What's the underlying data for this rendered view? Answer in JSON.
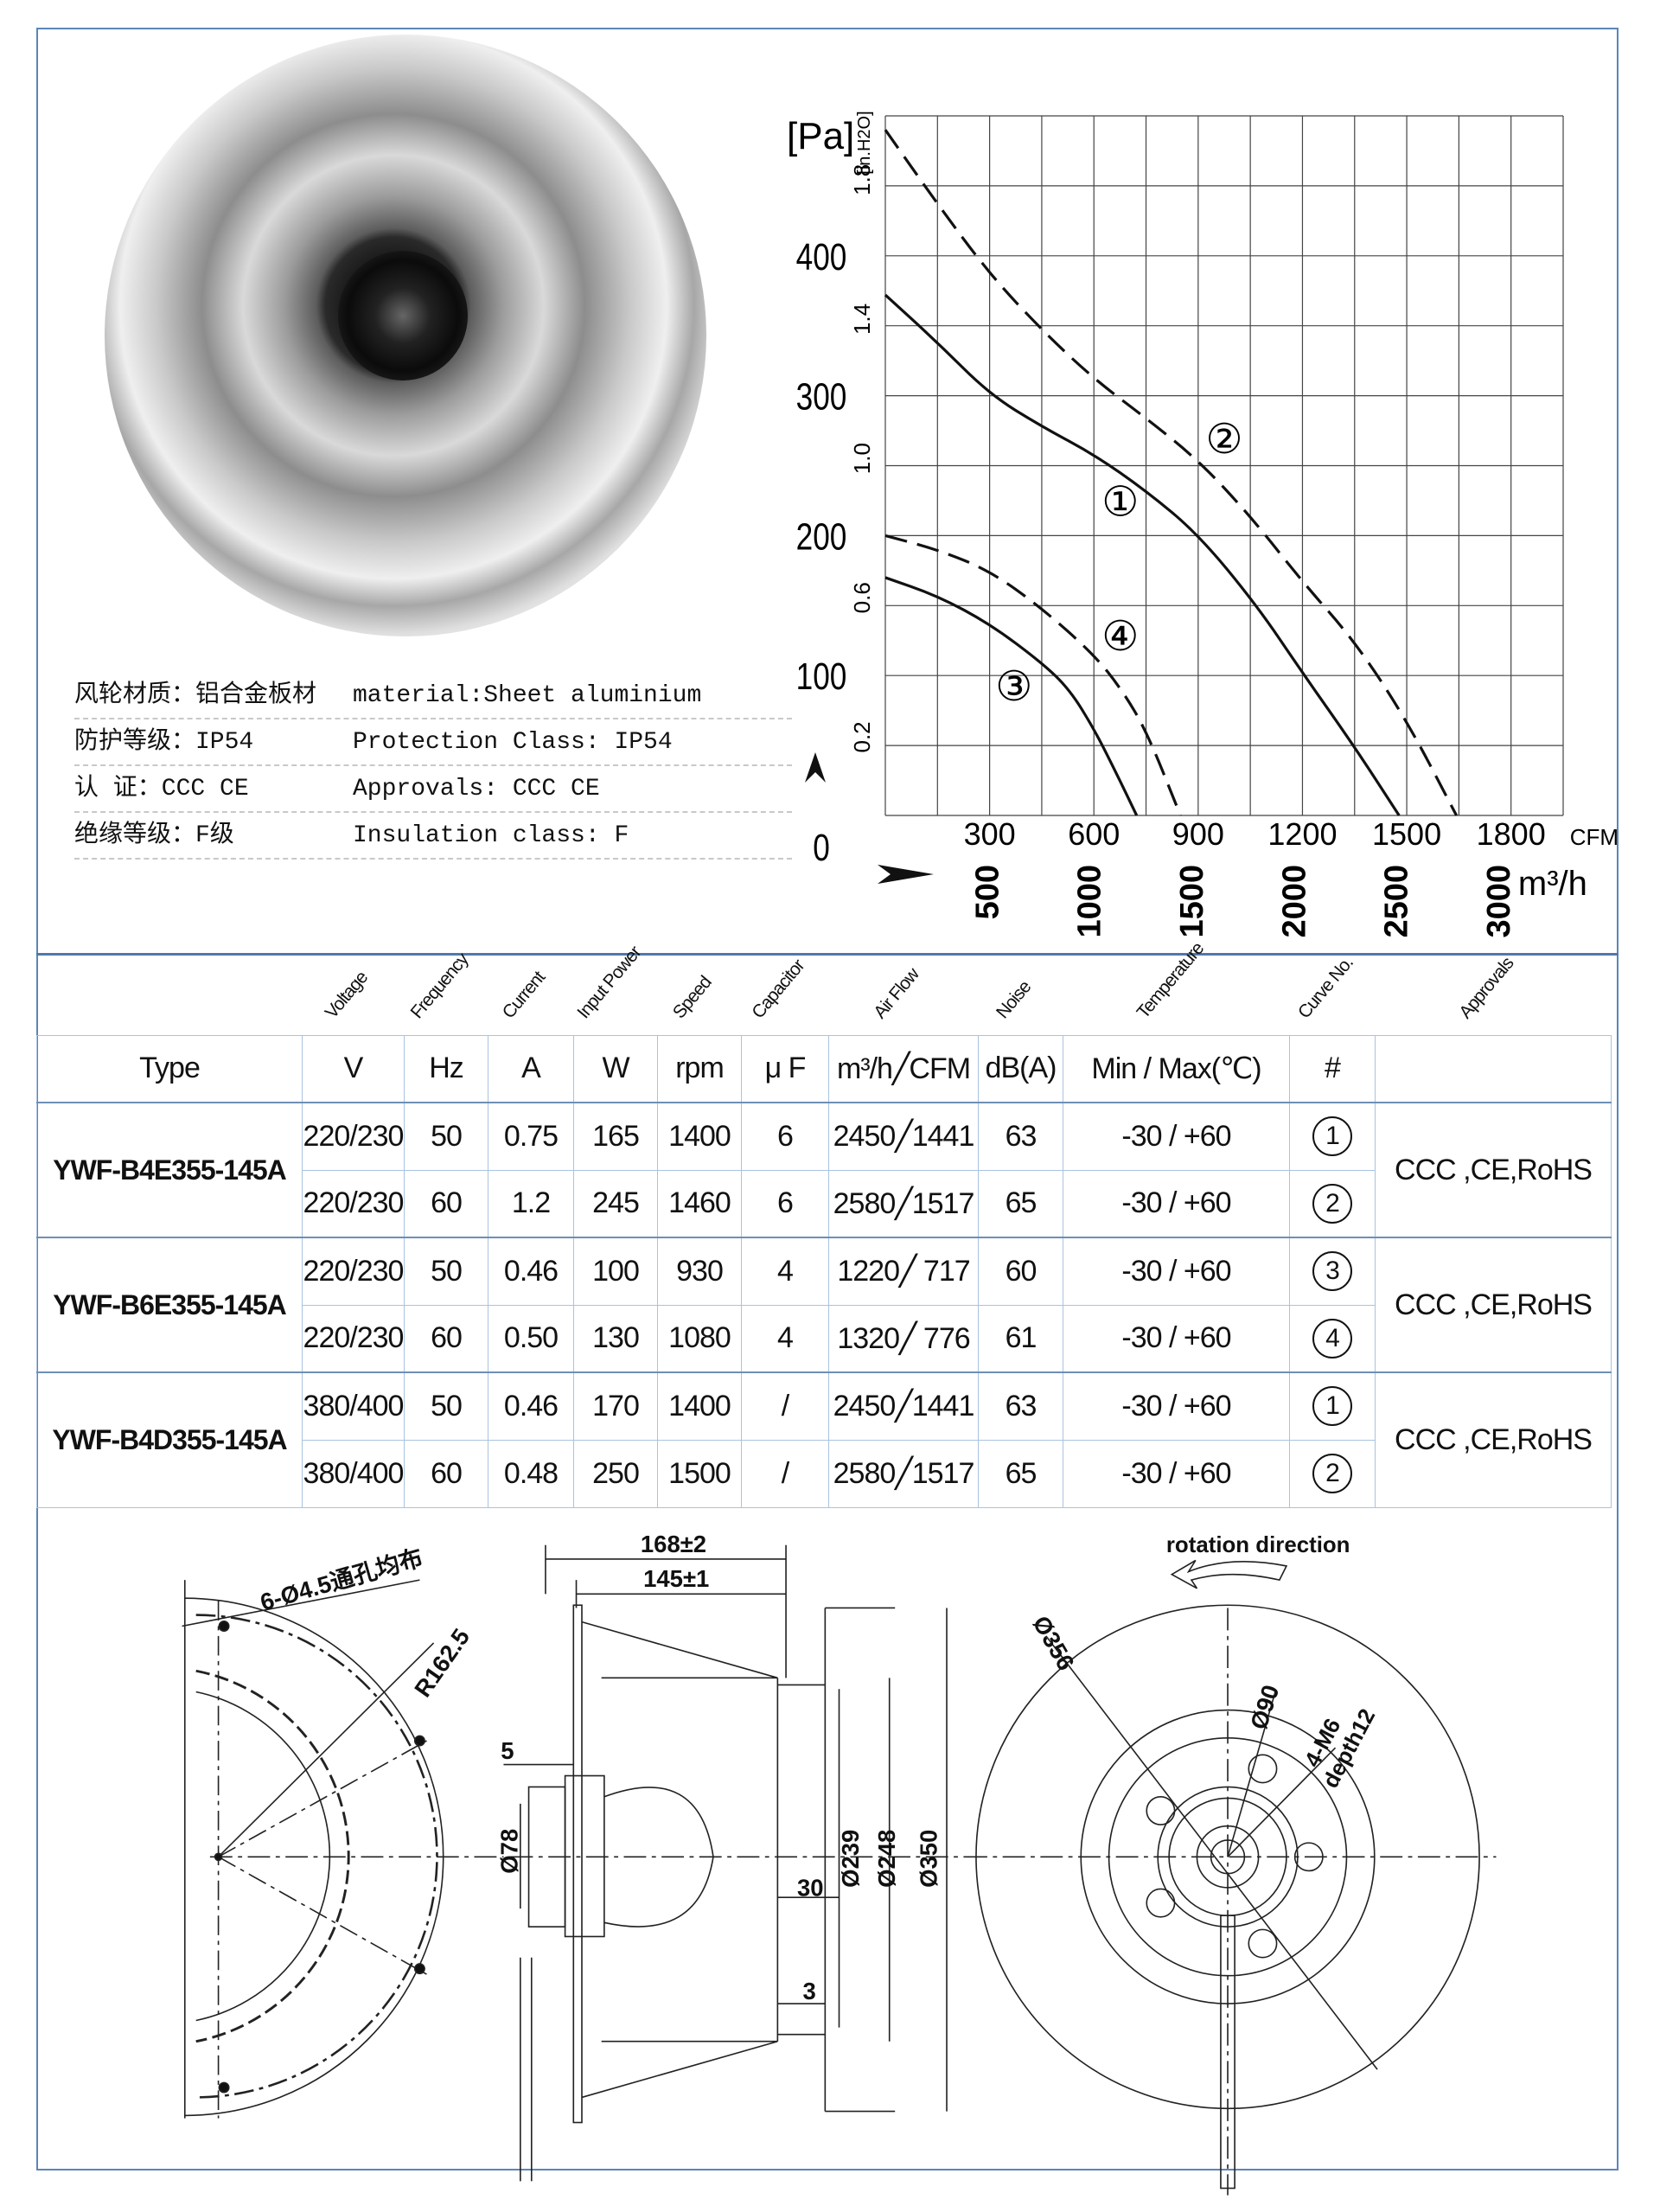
{
  "specs": [
    {
      "cn": "风轮材质：铝合金板材",
      "en": "material:Sheet aluminium"
    },
    {
      "cn": "防护等级：IP54",
      "en": "Protection Class: IP54"
    },
    {
      "cn": "认    证：CCC CE",
      "en": "Approvals: CCC  CE"
    },
    {
      "cn": "绝缘等级：F级",
      "en": "Insulation class: F"
    }
  ],
  "chart_data": {
    "type": "line",
    "ylabel": "[Pa]",
    "ylabel2": "[in.H2O]",
    "xlabel": "CFM",
    "xlabel2": "m³/h",
    "xlim": [
      0,
      1950
    ],
    "ylim": [
      0,
      500
    ],
    "grid": true,
    "yticks": [
      0,
      100,
      200,
      300,
      400
    ],
    "yticks2": [
      "0.2",
      "0.6",
      "1.0",
      "1.4",
      "1.8"
    ],
    "xticks": [
      300,
      600,
      900,
      1200,
      1500,
      1800
    ],
    "xticks_label_last": "1800",
    "xticks2": [
      500,
      1000,
      1500,
      2000,
      2500,
      3000
    ],
    "series": [
      {
        "name": "①",
        "style": "solid",
        "points": [
          [
            0,
            372
          ],
          [
            150,
            338
          ],
          [
            300,
            301
          ],
          [
            450,
            278
          ],
          [
            600,
            258
          ],
          [
            750,
            232
          ],
          [
            900,
            201
          ],
          [
            1069,
            150
          ],
          [
            1200,
            102
          ],
          [
            1350,
            49
          ],
          [
            1478,
            0
          ]
        ],
        "label_at": [
          676,
          224
        ]
      },
      {
        "name": "②",
        "style": "dashed",
        "points": [
          [
            0,
            490
          ],
          [
            150,
            437
          ],
          [
            300,
            387
          ],
          [
            450,
            347
          ],
          [
            600,
            312
          ],
          [
            750,
            284
          ],
          [
            900,
            254
          ],
          [
            1050,
            214
          ],
          [
            1200,
            167
          ],
          [
            1352,
            124
          ],
          [
            1500,
            68
          ],
          [
            1643,
            0
          ]
        ],
        "label_at": [
          975,
          269
        ]
      },
      {
        "name": "③",
        "style": "solid",
        "points": [
          [
            0,
            170
          ],
          [
            150,
            157
          ],
          [
            300,
            137
          ],
          [
            451,
            109
          ],
          [
            530,
            90
          ],
          [
            600,
            62
          ],
          [
            665,
            30
          ],
          [
            723,
            0
          ]
        ],
        "label_at": [
          370,
          92
        ]
      },
      {
        "name": "④",
        "style": "dashed",
        "points": [
          [
            0,
            200
          ],
          [
            150,
            190
          ],
          [
            300,
            175
          ],
          [
            451,
            148
          ],
          [
            600,
            115
          ],
          [
            680,
            90
          ],
          [
            752,
            60
          ],
          [
            849,
            0
          ]
        ],
        "label_at": [
          676,
          128
        ]
      }
    ]
  },
  "table": {
    "headers": [
      "Voltage",
      "Frequency",
      "Current",
      "Input Power",
      "Speed",
      "Capacitor",
      "Air Flow",
      "Noise",
      "Temperature",
      "Curve No.",
      "Approvals"
    ],
    "units": {
      "type": "Type",
      "v": "V",
      "hz": "Hz",
      "a": "A",
      "w": "W",
      "rpm": "rpm",
      "uf": "μ F",
      "flow": "m³/h╱CFM",
      "noise": "dB(A)",
      "temp": "Min / Max(℃)",
      "curve": "#"
    },
    "groups": [
      {
        "type": "YWF-B4E355-145A",
        "approvals": "CCC ,CE,RoHS",
        "rows": [
          [
            "220/230",
            "50",
            "0.75",
            "165",
            "1400",
            "6",
            "2450╱1441",
            "63",
            "-30 / +60",
            "1"
          ],
          [
            "220/230",
            "60",
            "1.2",
            "245",
            "1460",
            "6",
            "2580╱1517",
            "65",
            "-30 / +60",
            "2"
          ]
        ]
      },
      {
        "type": "YWF-B6E355-145A",
        "approvals": "CCC ,CE,RoHS",
        "rows": [
          [
            "220/230",
            "50",
            "0.46",
            "100",
            "930",
            "4",
            "1220╱ 717",
            "60",
            "-30 / +60",
            "3"
          ],
          [
            "220/230",
            "60",
            "0.50",
            "130",
            "1080",
            "4",
            "1320╱ 776",
            "61",
            "-30 / +60",
            "4"
          ]
        ]
      },
      {
        "type": "YWF-B4D355-145A",
        "approvals": "CCC ,CE,RoHS",
        "rows": [
          [
            "380/400",
            "50",
            "0.46",
            "170",
            "1400",
            "/",
            "2450╱1441",
            "63",
            "-30 / +60",
            "1"
          ],
          [
            "380/400",
            "60",
            "0.48",
            "250",
            "1500",
            "/",
            "2580╱1517",
            "65",
            "-30 / +60",
            "2"
          ]
        ]
      }
    ]
  },
  "drawing": {
    "holes": "6-Ø4.5通孔均布",
    "radius": "R162.5",
    "d168": "168±2",
    "d145": "145±1",
    "d5": "5",
    "d78": "Ø78",
    "d30": "30",
    "d3": "3",
    "d239": "Ø239",
    "d248": "Ø248",
    "d350": "Ø350",
    "rotation": "rotation direction",
    "d356": "Ø356",
    "d90": "Ø90",
    "m6": "4-M6",
    "depth": "depth12"
  }
}
